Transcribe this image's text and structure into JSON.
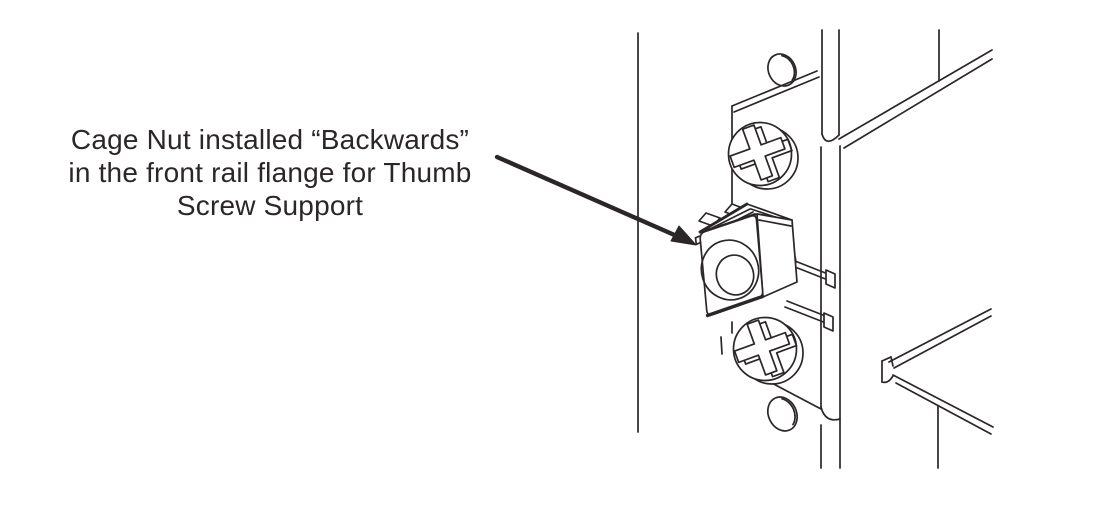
{
  "page": {
    "background_color": "#ffffff",
    "line_color": "#2b2627"
  },
  "callout": {
    "lines": [
      "Cage Nut installed “Backwards”",
      "in the front rail flange for Thumb",
      "Screw Support"
    ],
    "full_text": "Cage Nut installed “Backwards” in the front rail flange for Thumb Screw Support"
  },
  "figure": {
    "type": "isometric-line-drawing",
    "parts": [
      "callout-arrow",
      "rack-post",
      "side-wall",
      "top-rack-hole",
      "flange-plate",
      "top-phillips-screw",
      "cage-nut",
      "bottom-phillips-screw",
      "bottom-rack-hole",
      "support-rail"
    ]
  }
}
